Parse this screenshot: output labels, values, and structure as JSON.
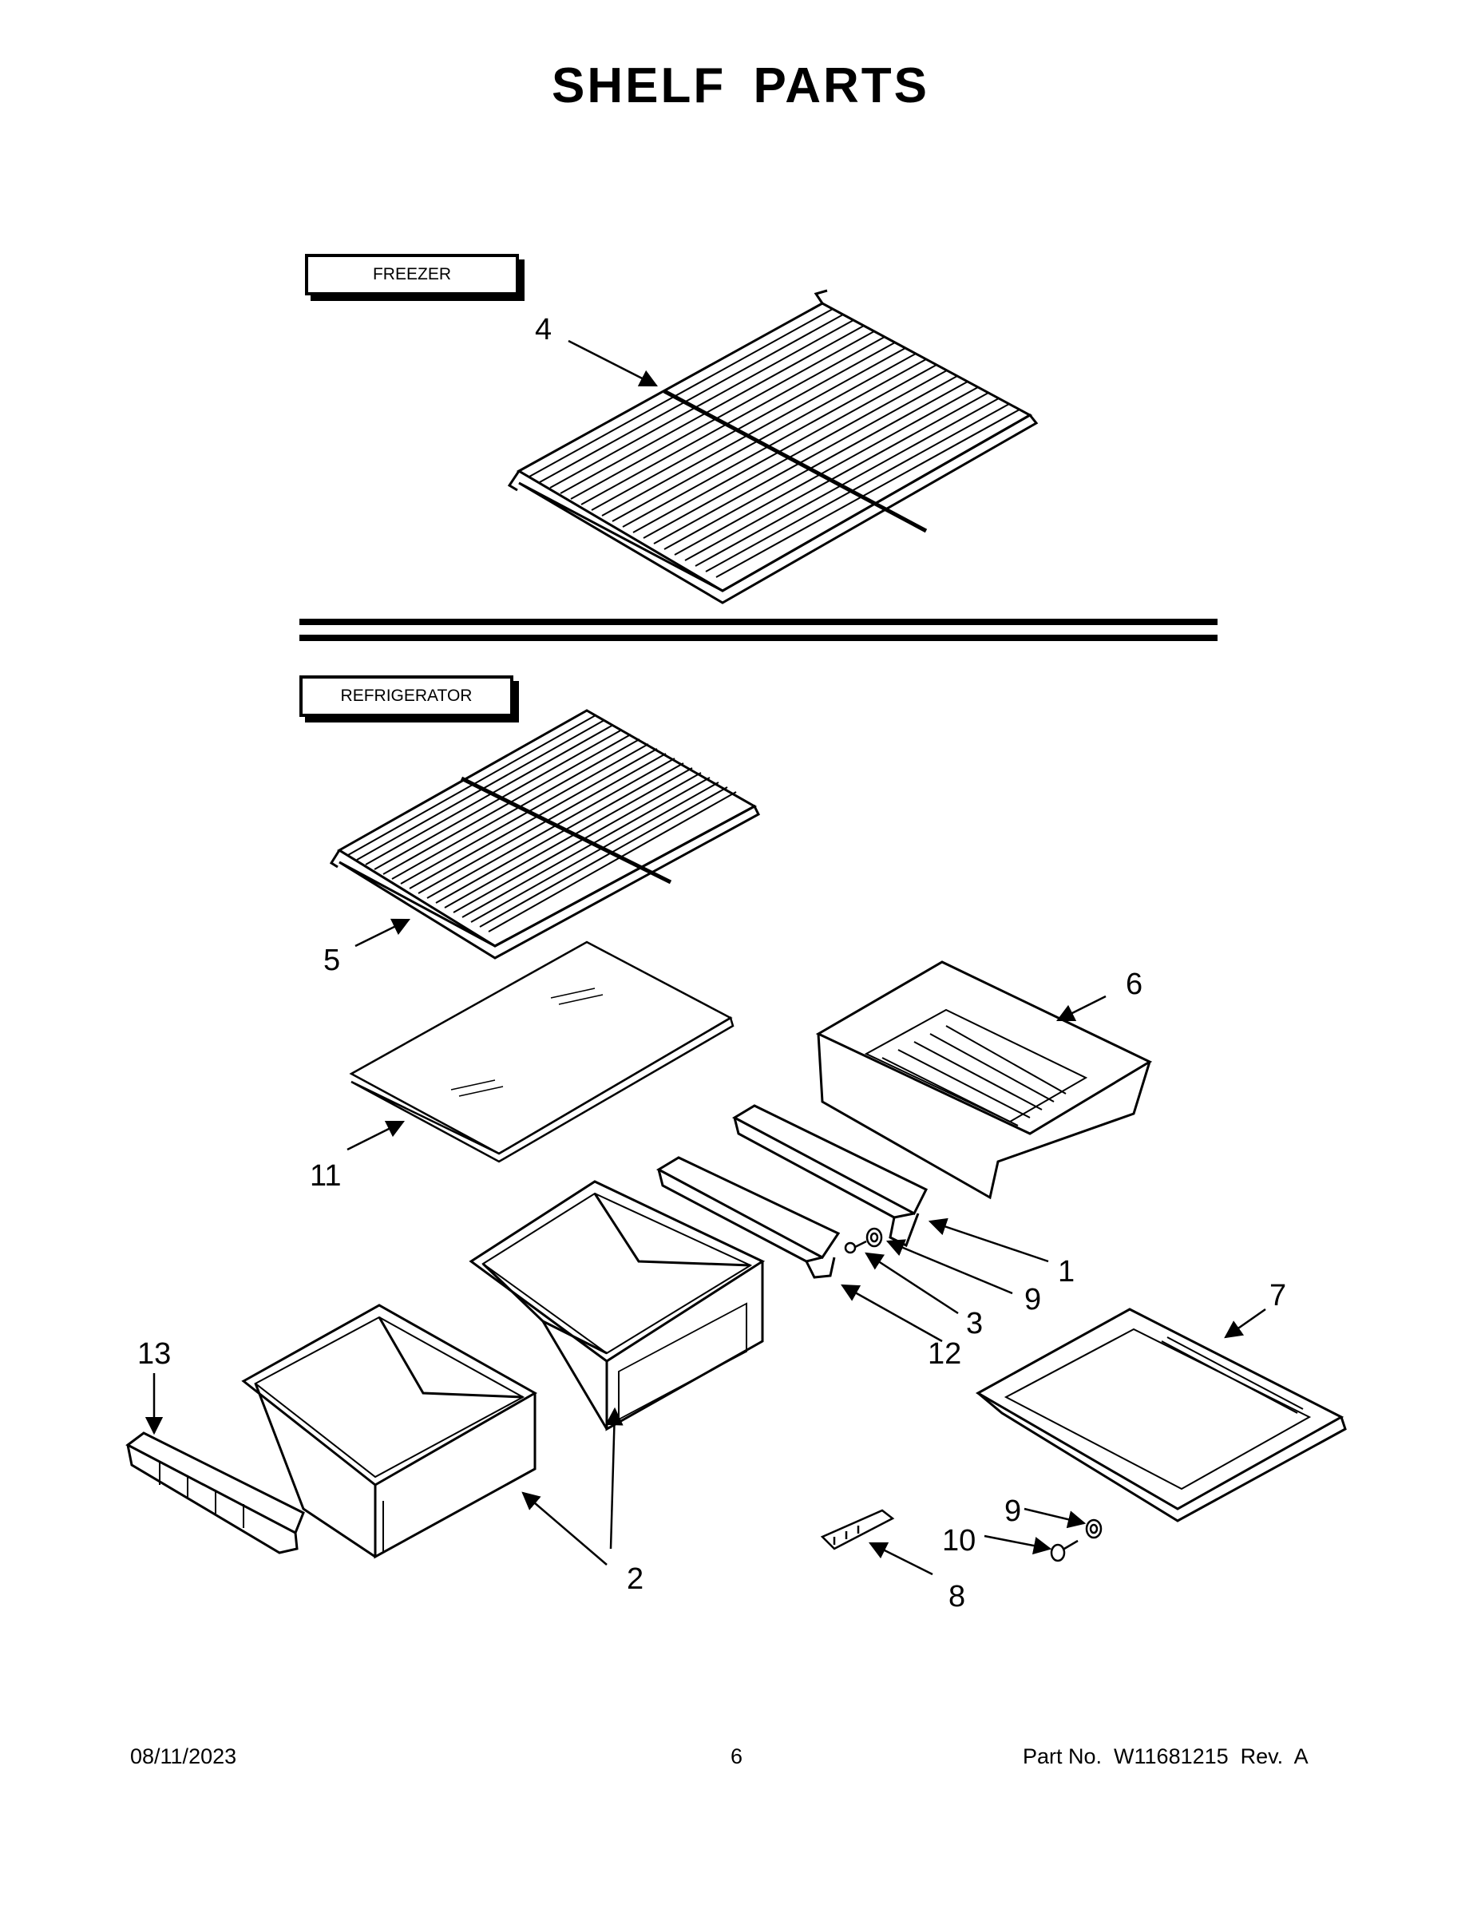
{
  "title": "SHELF PARTS",
  "sections": {
    "freezer": "FREEZER",
    "refrigerator": "REFRIGERATOR"
  },
  "callouts": {
    "c1": "1",
    "c2": "2",
    "c3": "3",
    "c4": "4",
    "c5": "5",
    "c6": "6",
    "c7": "7",
    "c8": "8",
    "c9a": "9",
    "c9b": "9",
    "c10": "10",
    "c11": "11",
    "c12": "12",
    "c13": "13"
  },
  "footer": {
    "date": "08/11/2023",
    "page": "6",
    "part_no": "Part No.  W11681215  Rev.  A"
  }
}
